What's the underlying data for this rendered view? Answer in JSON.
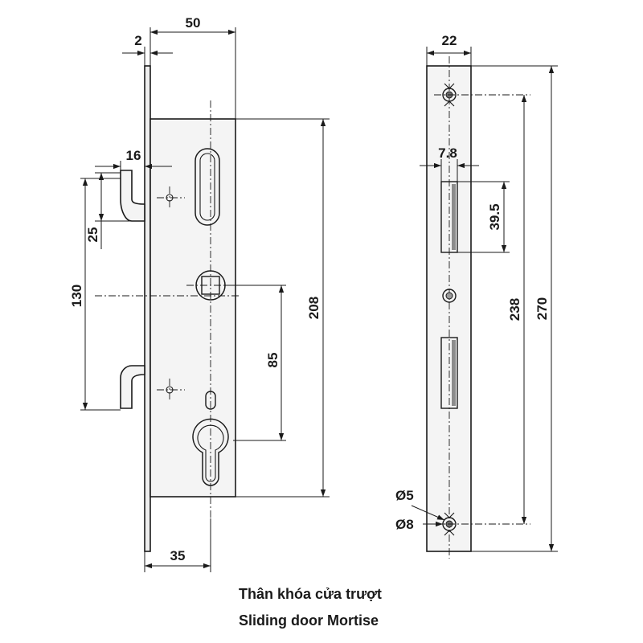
{
  "dimensions": {
    "front_width_total": "50",
    "faceplate_thickness": "2",
    "latch_offset": "16",
    "hook_height": "25",
    "hook_spacing": "130",
    "body_height": "208",
    "handle_to_cylinder": "85",
    "backset": "35",
    "faceplate_width": "22",
    "slot_width": "7.8",
    "slot_height": "39.5",
    "screw_spacing": "238",
    "faceplate_length": "270",
    "hole_small": "Ø5",
    "hole_large": "Ø8"
  },
  "caption": {
    "line1": "Thân khóa cửa trượt",
    "line2": "Sliding door Mortise"
  }
}
